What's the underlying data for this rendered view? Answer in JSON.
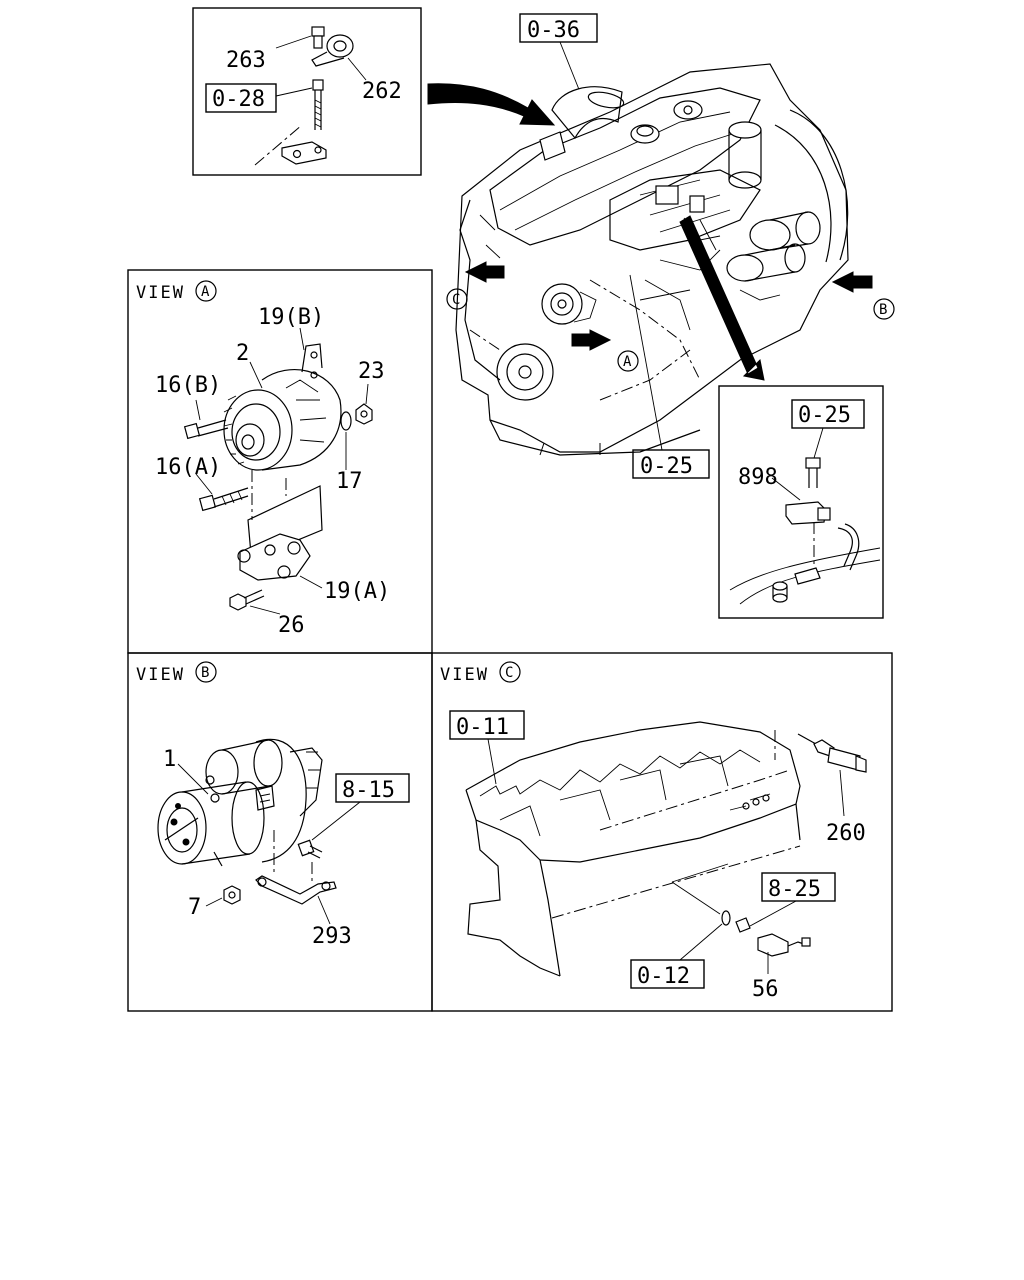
{
  "panels": {
    "view_a": {
      "word": "VIEW",
      "letter": "A"
    },
    "view_b": {
      "word": "VIEW",
      "letter": "B"
    },
    "view_c": {
      "word": "VIEW",
      "letter": "C"
    }
  },
  "main": {
    "boxes": {
      "b036": "0-36",
      "b025_main": "0-25"
    },
    "circles": {
      "a": "A",
      "b": "B",
      "c": "C"
    }
  },
  "inset_top": {
    "labels": {
      "p263": "263",
      "p262": "262"
    },
    "boxes": {
      "b028": "0-28"
    }
  },
  "inset_right": {
    "boxes": {
      "b025": "0-25"
    },
    "labels": {
      "p898": "898"
    }
  },
  "view_a_parts": {
    "p19b": "19(B)",
    "p2": "2",
    "p16b": "16(B)",
    "p23": "23",
    "p16a": "16(A)",
    "p17": "17",
    "p19a": "19(A)",
    "p26": "26"
  },
  "view_b_parts": {
    "p1": "1",
    "b815": "8-15",
    "p7": "7",
    "p293": "293"
  },
  "view_c_parts": {
    "b011": "0-11",
    "p260": "260",
    "b825": "8-25",
    "b012": "0-12",
    "p56": "56"
  }
}
